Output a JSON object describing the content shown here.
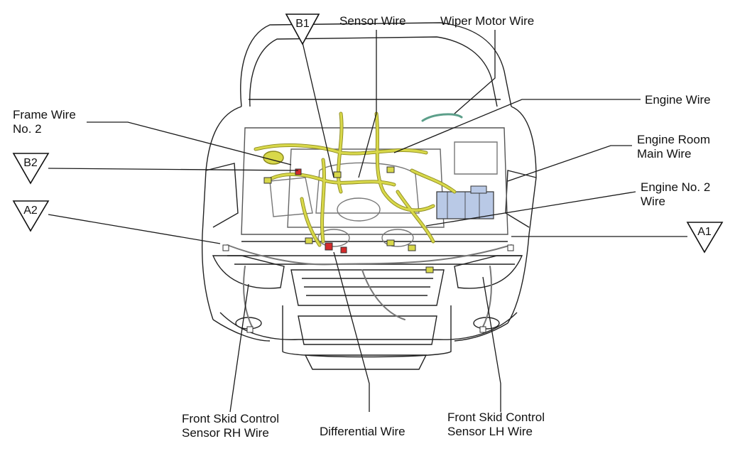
{
  "labels": {
    "sensor_wire": "Sensor Wire",
    "wiper_motor_wire": "Wiper Motor Wire",
    "engine_wire": "Engine Wire",
    "engine_room_main_wire": [
      "Engine Room",
      "Main Wire"
    ],
    "engine_no2_wire": [
      "Engine No. 2",
      "Wire"
    ],
    "frame_wire_no2": [
      "Frame Wire",
      "No. 2"
    ],
    "front_skid_rh": [
      "Front Skid Control",
      "Sensor RH Wire"
    ],
    "differential_wire": "Differential Wire",
    "front_skid_lh": [
      "Front Skid Control",
      "Sensor LH Wire"
    ]
  },
  "connectors": {
    "b1": "B1",
    "b2": "B2",
    "a2": "A2",
    "a1": "A1"
  },
  "colors": {
    "line": "#1a1a1a",
    "wire_yellow": "#d8d84a",
    "wire_yellow_dark": "#8c8a1e",
    "connector_red": "#d42a2a",
    "relay_box_blue": "#b9c9e6",
    "wire_green": "#5c9f8a"
  }
}
